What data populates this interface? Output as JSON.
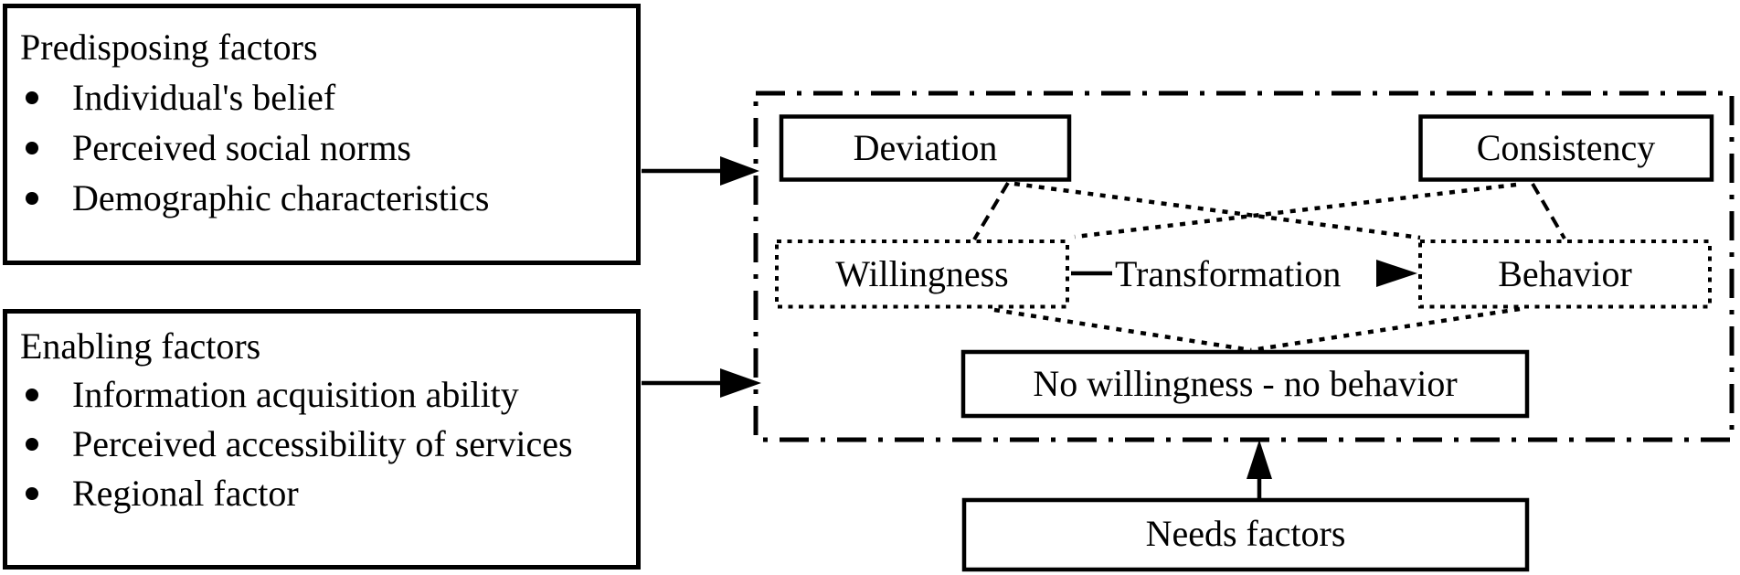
{
  "figure": {
    "predisposing_box": {
      "title": "Predisposing factors",
      "bullets": [
        "Individual's belief",
        "Perceived social norms",
        "Demographic characteristics"
      ]
    },
    "enabling_box": {
      "title": "Enabling factors",
      "bullets": [
        "Information acquisition ability",
        "Perceived accessibility of services",
        "Regional factor"
      ]
    },
    "nodes": {
      "deviation": "Deviation",
      "consistency": "Consistency",
      "willingness": "Willingness",
      "transformation": "Transformation",
      "behavior": "Behavior",
      "no_willingness_no_behavior": "No willingness - no behavior",
      "needs_factors": "Needs factors"
    },
    "colors": {
      "ink": "#000000",
      "background": "#ffffff"
    }
  }
}
